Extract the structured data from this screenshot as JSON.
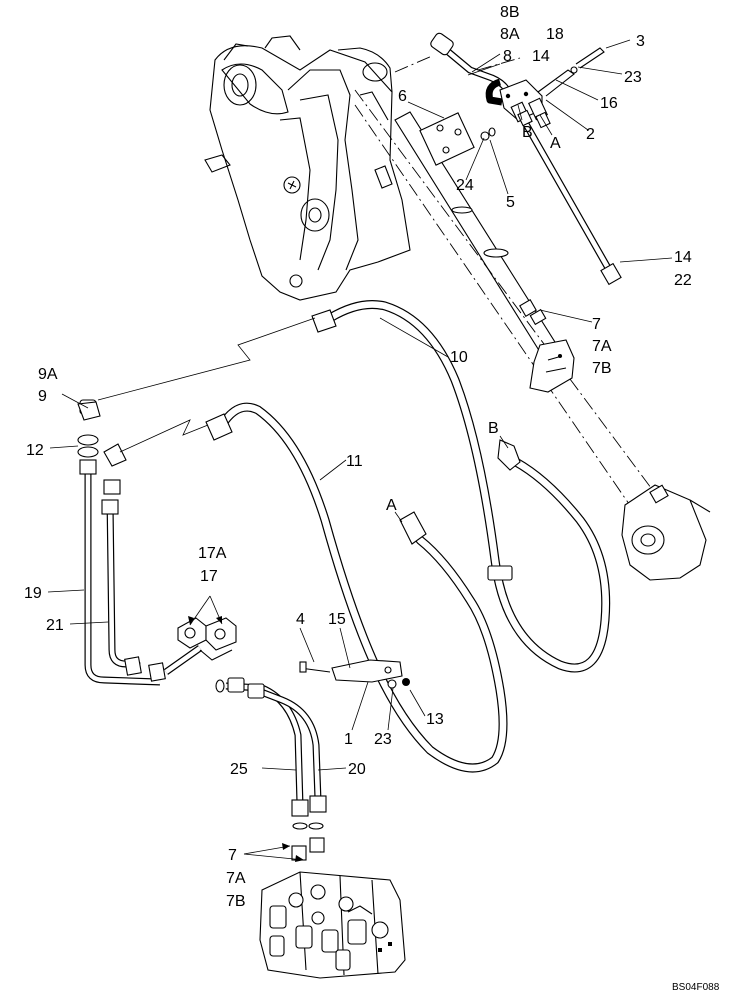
{
  "diagram": {
    "reference_code": "BS04F088",
    "callouts": [
      {
        "id": "c-8b",
        "text": "8B"
      },
      {
        "id": "c-8a",
        "text": "8A"
      },
      {
        "id": "c-18",
        "text": "18"
      },
      {
        "id": "c-8",
        "text": "8"
      },
      {
        "id": "c-14a",
        "text": "14"
      },
      {
        "id": "c-3",
        "text": "3"
      },
      {
        "id": "c-23a",
        "text": "23"
      },
      {
        "id": "c-16",
        "text": "16"
      },
      {
        "id": "c-6",
        "text": "6"
      },
      {
        "id": "c-b1",
        "text": "B"
      },
      {
        "id": "c-a1",
        "text": "A"
      },
      {
        "id": "c-2",
        "text": "2"
      },
      {
        "id": "c-24",
        "text": "24"
      },
      {
        "id": "c-5",
        "text": "5"
      },
      {
        "id": "c-14b",
        "text": "14"
      },
      {
        "id": "c-22",
        "text": "22"
      },
      {
        "id": "c-7a",
        "text": "7"
      },
      {
        "id": "c-7a1",
        "text": "7A"
      },
      {
        "id": "c-7b1",
        "text": "7B"
      },
      {
        "id": "c-9a",
        "text": "9A"
      },
      {
        "id": "c-9",
        "text": "9"
      },
      {
        "id": "c-10",
        "text": "10"
      },
      {
        "id": "c-12",
        "text": "12"
      },
      {
        "id": "c-b2",
        "text": "B"
      },
      {
        "id": "c-11",
        "text": "11"
      },
      {
        "id": "c-a2",
        "text": "A"
      },
      {
        "id": "c-17a",
        "text": "17A"
      },
      {
        "id": "c-17",
        "text": "17"
      },
      {
        "id": "c-19",
        "text": "19"
      },
      {
        "id": "c-21",
        "text": "21"
      },
      {
        "id": "c-4",
        "text": "4"
      },
      {
        "id": "c-15",
        "text": "15"
      },
      {
        "id": "c-13",
        "text": "13"
      },
      {
        "id": "c-1",
        "text": "1"
      },
      {
        "id": "c-23b",
        "text": "23"
      },
      {
        "id": "c-25",
        "text": "25"
      },
      {
        "id": "c-20",
        "text": "20"
      },
      {
        "id": "c-7b",
        "text": "7"
      },
      {
        "id": "c-7a2",
        "text": "7A"
      },
      {
        "id": "c-7b2",
        "text": "7B"
      }
    ]
  }
}
